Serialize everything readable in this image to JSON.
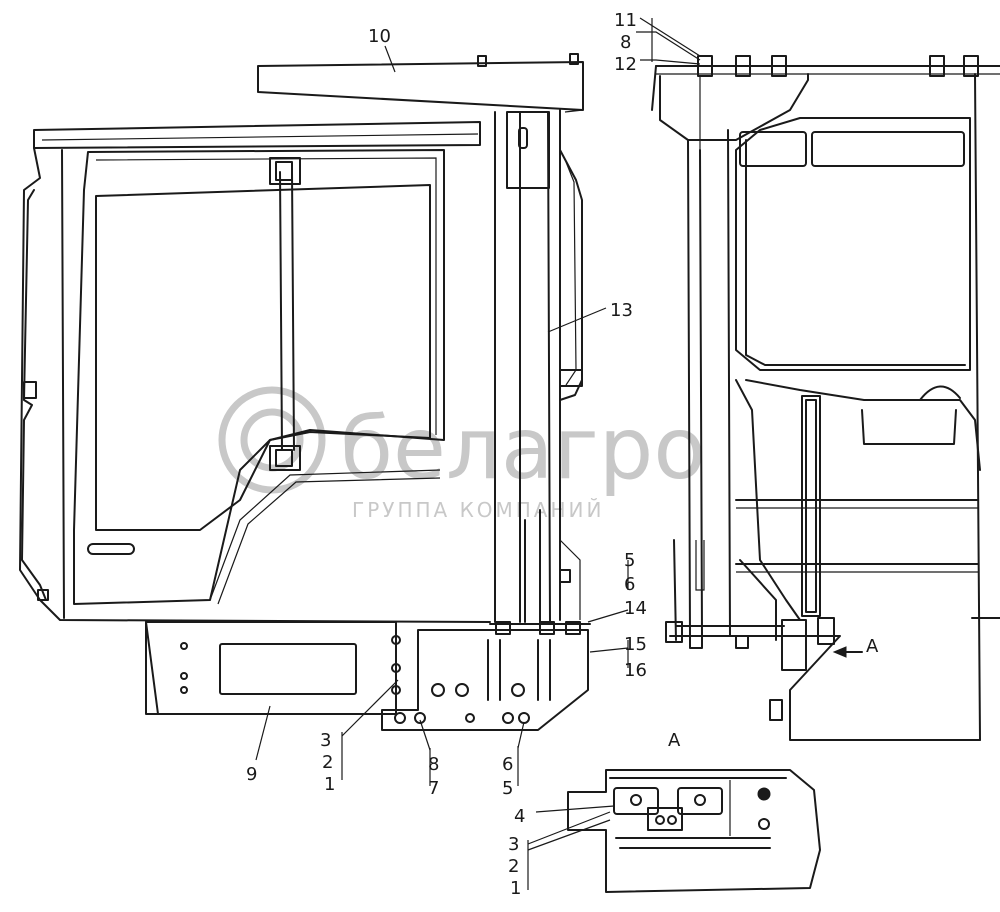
{
  "watermark": {
    "brand": "белагро",
    "tagline": "ГРУППА КОМПАНИЙ"
  },
  "view_a_label": "А",
  "arrow_a_label": "А",
  "callouts": {
    "c10": "10",
    "c11": "11",
    "c8_top": "8",
    "c12": "12",
    "c13": "13",
    "c5_right": "5",
    "c6_right": "6",
    "c14": "14",
    "c15": "15",
    "c16": "16",
    "c9": "9",
    "c3_left": "3",
    "c2_left": "2",
    "c1_left": "1",
    "c8_bottom": "8",
    "c7": "7",
    "c6_bottom": "6",
    "c5_bottom": "5",
    "c4_view": "4",
    "c3_view": "3",
    "c2_view": "2",
    "c1_view": "1"
  }
}
